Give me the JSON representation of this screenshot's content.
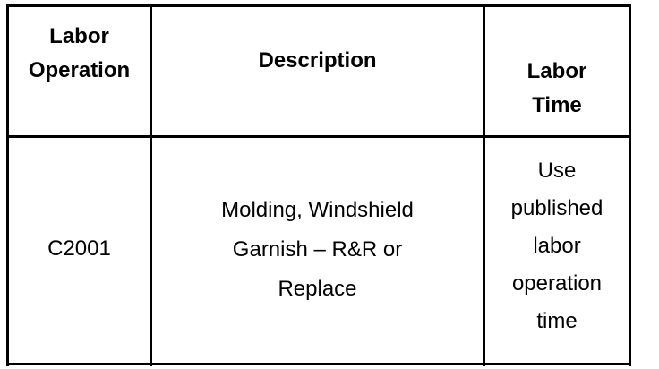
{
  "table": {
    "headers": {
      "labor_operation": [
        "Labor",
        "Operation"
      ],
      "description": "Description",
      "labor_time": [
        "Labor",
        "Time"
      ]
    },
    "rows": [
      {
        "labor_operation": "C2001",
        "description": [
          "Molding, Windshield",
          "Garnish – R&R or",
          "Replace"
        ],
        "labor_time": [
          "Use",
          "published",
          "labor",
          "operation",
          "time"
        ]
      }
    ]
  }
}
